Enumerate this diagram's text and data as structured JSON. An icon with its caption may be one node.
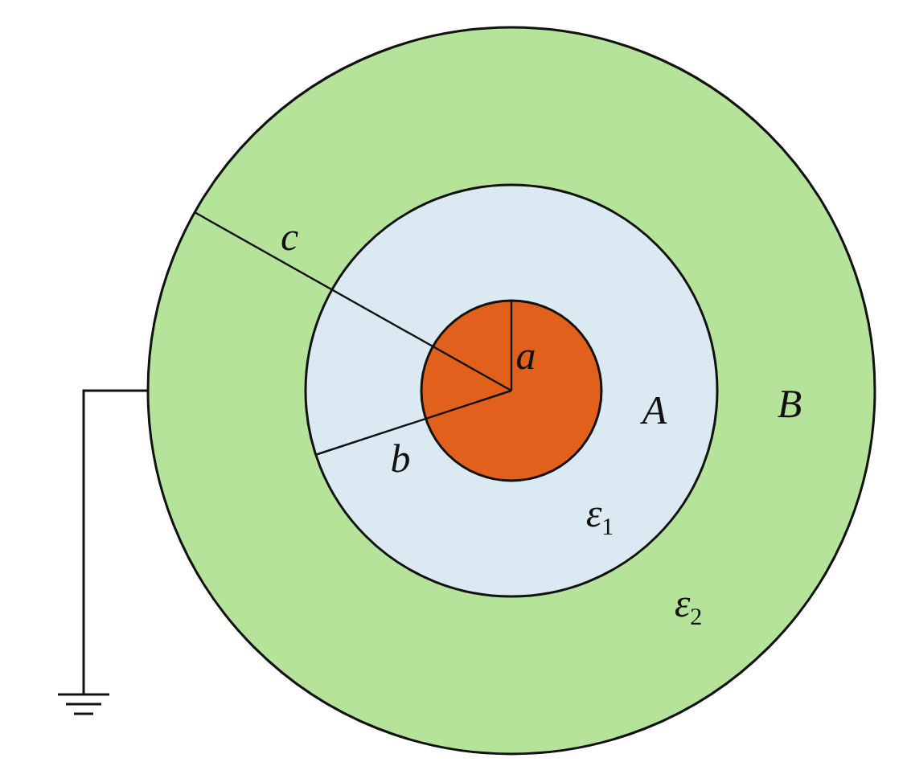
{
  "diagram": {
    "labels": [
      "c",
      "a",
      "A",
      "B",
      "b",
      "ε$_{1}$",
      "ε$_{2}$"
    ]
  }
}
